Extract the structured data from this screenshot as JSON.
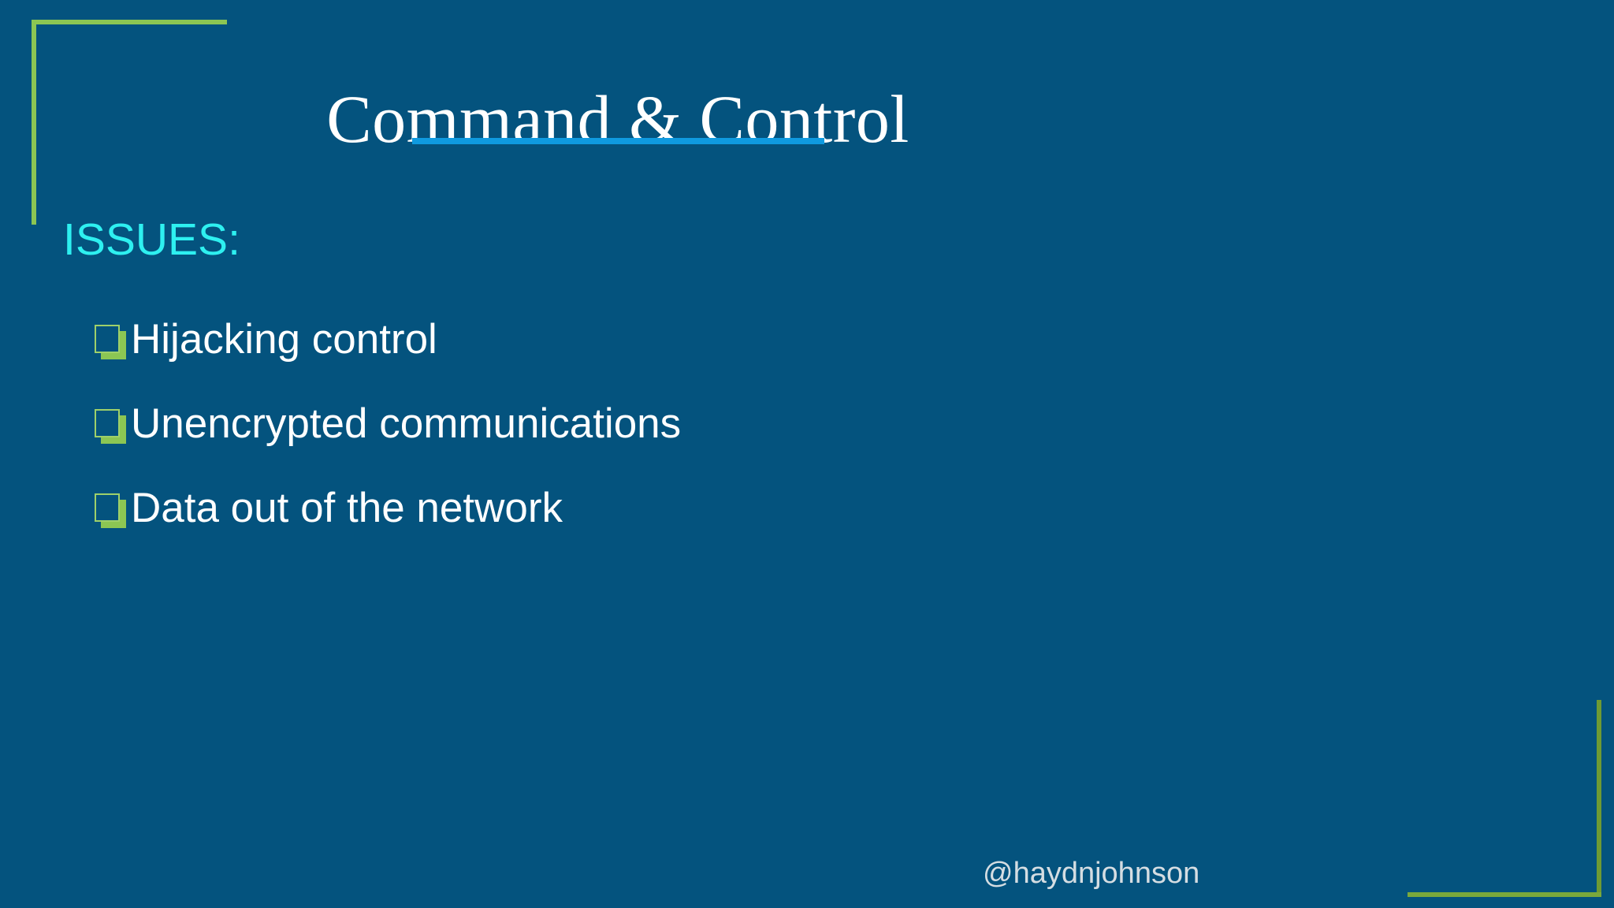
{
  "slide": {
    "background_color": "#04537e",
    "accent_green": "#8cc653",
    "accent_blue": "#0f9ae0",
    "accent_cyan": "#2ef0f0",
    "title": "Command & Control",
    "title_underline_color": "#0f9ae0",
    "section_label": "ISSUES:",
    "bullets": [
      {
        "marker": "hollow-square-bullet",
        "text": "Hijacking control"
      },
      {
        "marker": "hollow-square-bullet",
        "text": "Unencrypted communications"
      },
      {
        "marker": "hollow-square-bullet",
        "text": "Data out of the network"
      }
    ],
    "handle": "@haydnjohnson",
    "decorations": {
      "top_left_bracket": "corner-bracket-top-left",
      "bottom_right_bracket": "corner-bracket-bottom-right"
    }
  }
}
